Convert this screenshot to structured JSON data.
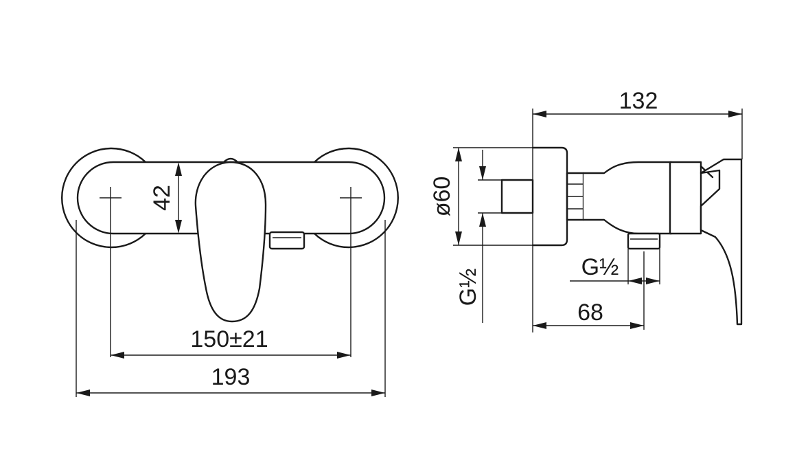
{
  "front_view": {
    "height_label": "42",
    "center_distance_label": "150±21",
    "overall_width_label": "193"
  },
  "side_view": {
    "depth_label": "132",
    "diameter_label": "ø60",
    "inlet_thread_label": "G½",
    "outlet_thread_label": "G½",
    "outlet_position_label": "68"
  }
}
